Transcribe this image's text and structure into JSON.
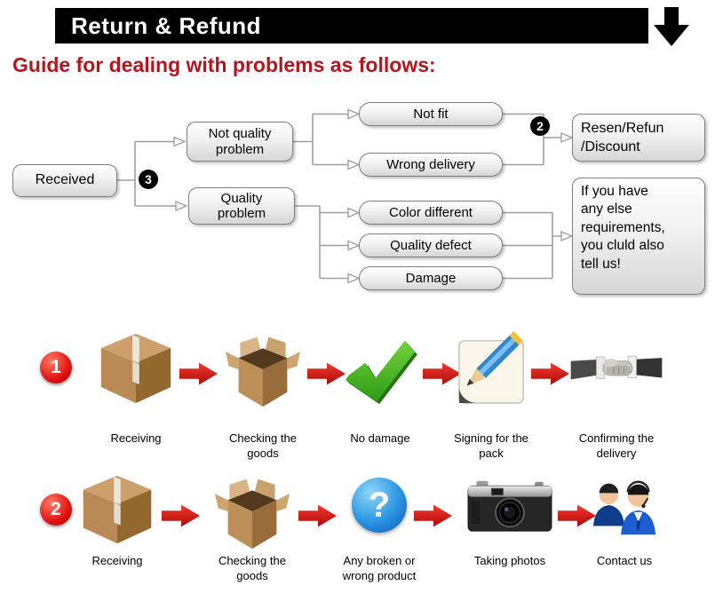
{
  "header": {
    "title": "Return & Refund"
  },
  "guide_heading": "Guide for dealing with problems as follows:",
  "flowchart": {
    "received": "Received",
    "received_badge": "3",
    "resolution_badge": "2",
    "branch_not_quality": "Not quality problem",
    "branch_quality": "Quality problem",
    "outcomes": [
      "Not fit",
      "Wrong delivery",
      "Color different",
      "Quality defect",
      "Damage"
    ],
    "resolution_lines": [
      "Resen/Refun",
      "/Discount"
    ],
    "note_lines": [
      "If you have",
      "any else",
      "requirements,",
      "you cluld also",
      "tell us!"
    ]
  },
  "process_rows": [
    {
      "badge": "1",
      "steps": [
        {
          "icon": "closed-box-icon",
          "label": "Receiving"
        },
        {
          "icon": "open-box-icon",
          "label": "Checking the goods"
        },
        {
          "icon": "check-icon",
          "label": "No damage"
        },
        {
          "icon": "signing-icon",
          "label": "Signing for the pack"
        },
        {
          "icon": "handshake-icon",
          "label": "Confirming the delivery"
        }
      ]
    },
    {
      "badge": "2",
      "steps": [
        {
          "icon": "closed-box-icon",
          "label": "Receiving"
        },
        {
          "icon": "open-box-icon",
          "label": "Checking the goods"
        },
        {
          "icon": "question-icon",
          "label": "Any broken or wrong product"
        },
        {
          "icon": "camera-icon",
          "label": "Taking photos"
        },
        {
          "icon": "contact-icon",
          "label": "Contact us"
        }
      ]
    }
  ],
  "icons": {
    "question_glyph": "?"
  },
  "colors": {
    "header_bg": "#000000",
    "heading_red": "#b5161d",
    "arrow_red": "#d6121f",
    "box_border": "#7e7e7e"
  }
}
